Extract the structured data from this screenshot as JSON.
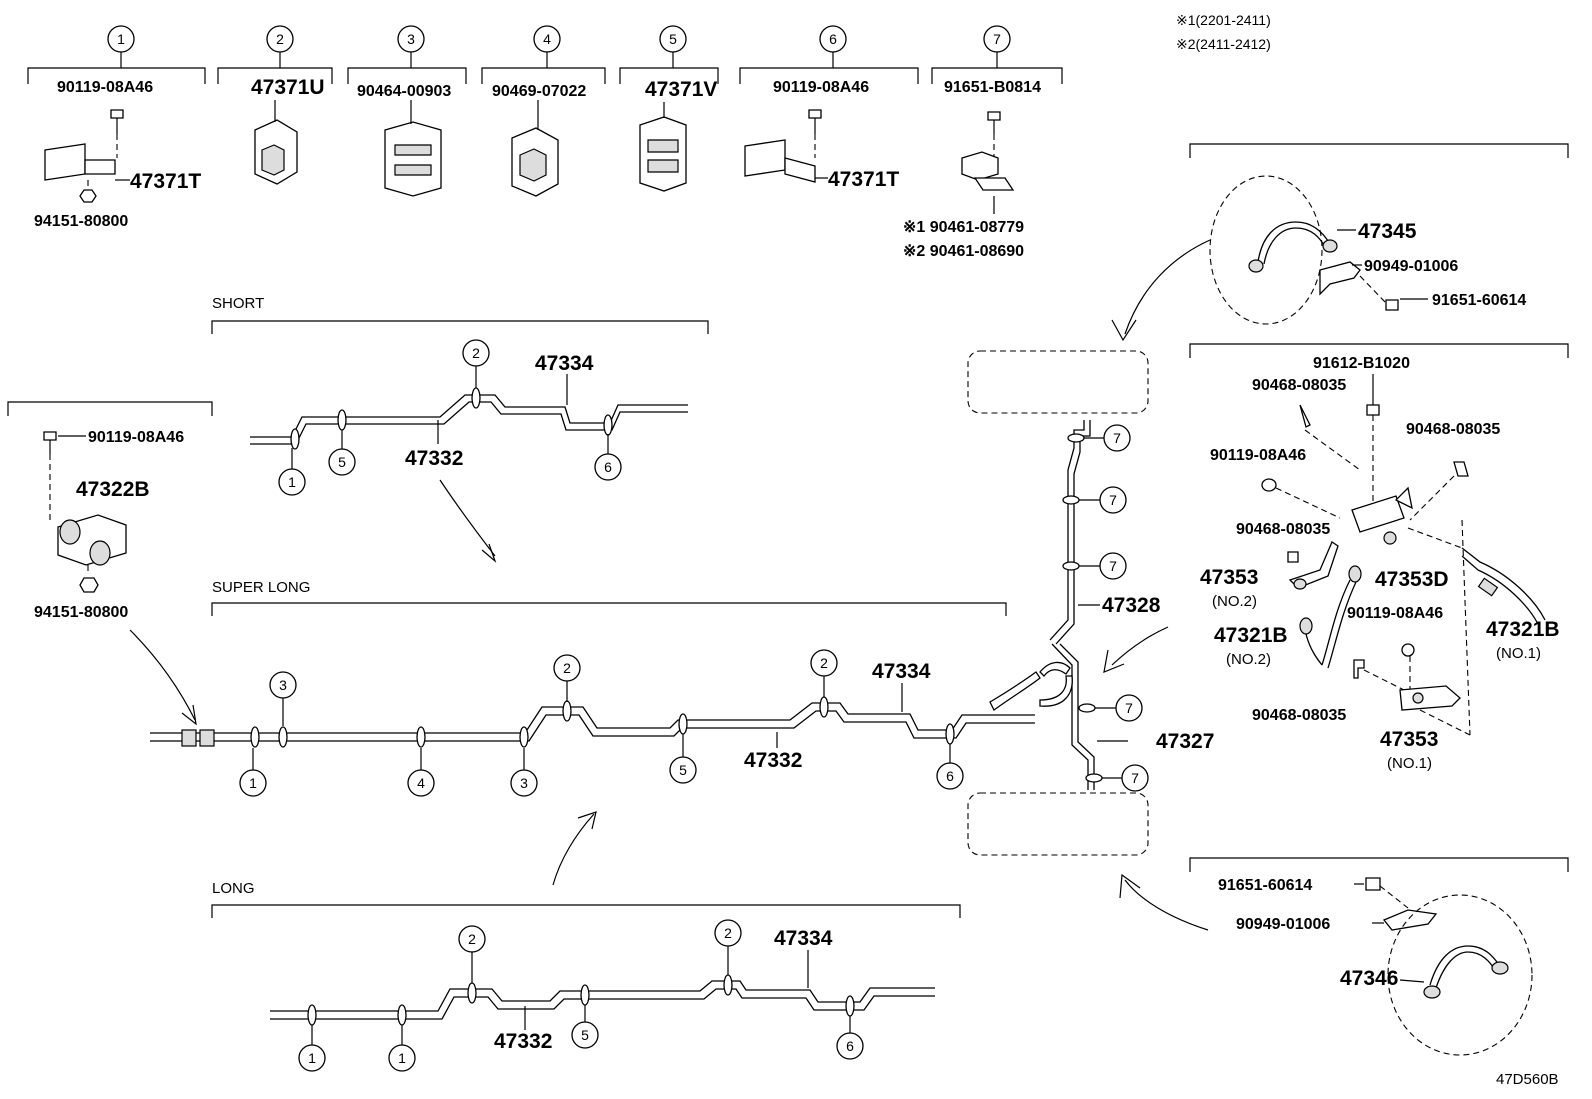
{
  "notes": [
    "※1(2201-2411)",
    "※2(2411-2412)"
  ],
  "clips": [
    {
      "num": "1",
      "part": "90119-08A46",
      "item": "47371T",
      "nut": "94151-80800"
    },
    {
      "num": "2",
      "part": "47371U"
    },
    {
      "num": "3",
      "part": "90464-00903"
    },
    {
      "num": "4",
      "part": "90469-07022"
    },
    {
      "num": "5",
      "part": "47371V"
    },
    {
      "num": "6",
      "part": "90119-08A46",
      "item": "47371T"
    },
    {
      "num": "7",
      "part": "91651-B0814",
      "alt1": "※1 90461-08779",
      "alt2": "※2 90461-08690"
    }
  ],
  "sections": {
    "short": "SHORT",
    "super_long": "SUPER LONG",
    "long": "LONG"
  },
  "left_bracket": {
    "bolt": "90119-08A46",
    "item": "47322B",
    "nut": "94151-80800"
  },
  "pipes": {
    "p47334": "47334",
    "p47332": "47332",
    "p47328": "47328",
    "p47327": "47327"
  },
  "front_hose": {
    "hose": "47345",
    "clip": "90949-01006",
    "bolt": "91651-60614"
  },
  "rear_hose": {
    "bolt": "91651-60614",
    "clip": "90949-01006",
    "hose": "47346"
  },
  "right_group": {
    "bolt_top": "91612-B1020",
    "clip_a": "90468-08035",
    "clip_b": "90468-08035",
    "bolt_a": "90119-08A46",
    "clip_c": "90468-08035",
    "bracket_no2": "47353",
    "no2": "(NO.2)",
    "bracket_d": "47353D",
    "hose_no2": "47321B",
    "hose_no2_tag": "(NO.2)",
    "bolt_b": "90119-08A46",
    "hose_no1": "47321B",
    "hose_no1_tag": "(NO.1)",
    "clip_d": "90468-08035",
    "bracket_no1": "47353",
    "no1": "(NO.1)"
  },
  "figure_code": "47D560B"
}
